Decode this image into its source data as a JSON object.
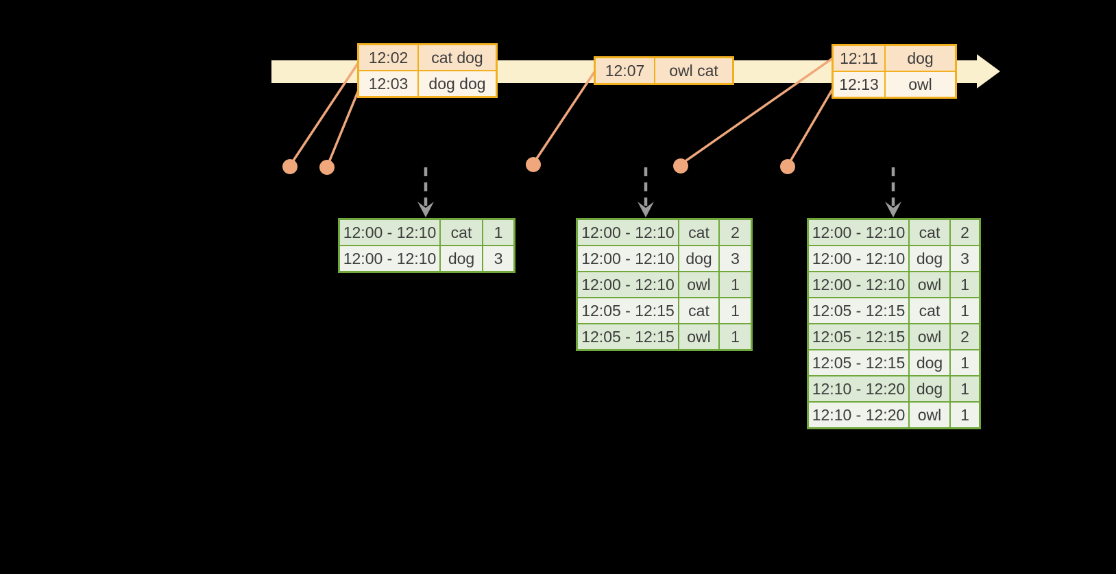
{
  "colors": {
    "background": "#000000",
    "timeline_fill": "#FBF0CE",
    "event_border": "#F2B01E",
    "event_row_dark": "#FAE2C6",
    "event_row_light": "#FDF4E8",
    "connector": "#EFA77B",
    "dashed_arrow": "#9C9C9C",
    "result_border": "#70A83B",
    "result_row_dark": "#DCE9D4",
    "result_row_light": "#EFF3EB",
    "text": "#3C3C3C"
  },
  "icons": {
    "timeline_arrow": "right-arrow",
    "event_marker": "dot",
    "trigger_arrow": "dashed-down-arrow"
  },
  "event_tables": [
    {
      "rows": [
        {
          "time": "12:02",
          "words": "cat dog"
        },
        {
          "time": "12:03",
          "words": "dog dog"
        }
      ]
    },
    {
      "rows": [
        {
          "time": "12:07",
          "words": "owl cat"
        }
      ]
    },
    {
      "rows": [
        {
          "time": "12:11",
          "words": "dog"
        },
        {
          "time": "12:13",
          "words": "owl"
        }
      ]
    }
  ],
  "result_tables": [
    {
      "rows": [
        {
          "window": "12:00 - 12:10",
          "word": "cat",
          "count": "1"
        },
        {
          "window": "12:00 - 12:10",
          "word": "dog",
          "count": "3"
        }
      ]
    },
    {
      "rows": [
        {
          "window": "12:00 - 12:10",
          "word": "cat",
          "count": "2"
        },
        {
          "window": "12:00 - 12:10",
          "word": "dog",
          "count": "3"
        },
        {
          "window": "12:00 - 12:10",
          "word": "owl",
          "count": "1"
        },
        {
          "window": "12:05 - 12:15",
          "word": "cat",
          "count": "1"
        },
        {
          "window": "12:05 - 12:15",
          "word": "owl",
          "count": "1"
        }
      ]
    },
    {
      "rows": [
        {
          "window": "12:00 - 12:10",
          "word": "cat",
          "count": "2"
        },
        {
          "window": "12:00 - 12:10",
          "word": "dog",
          "count": "3"
        },
        {
          "window": "12:00 - 12:10",
          "word": "owl",
          "count": "1"
        },
        {
          "window": "12:05 - 12:15",
          "word": "cat",
          "count": "1"
        },
        {
          "window": "12:05 - 12:15",
          "word": "owl",
          "count": "2"
        },
        {
          "window": "12:05 - 12:15",
          "word": "dog",
          "count": "1"
        },
        {
          "window": "12:10 - 12:20",
          "word": "dog",
          "count": "1"
        },
        {
          "window": "12:10 - 12:20",
          "word": "owl",
          "count": "1"
        }
      ]
    }
  ]
}
